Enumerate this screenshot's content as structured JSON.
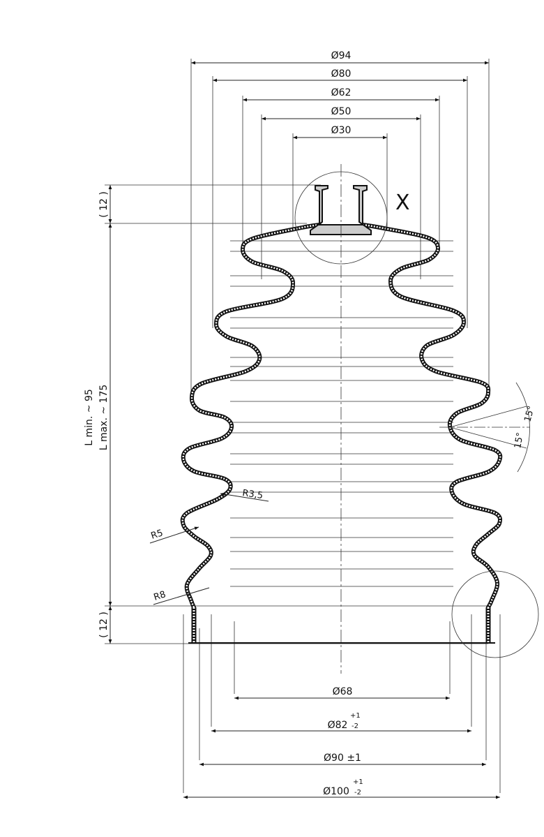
{
  "drawing": {
    "detail_label": "X",
    "top_diameters": [
      {
        "label": "Ø94",
        "value": 94
      },
      {
        "label": "Ø80",
        "value": 80
      },
      {
        "label": "Ø62",
        "value": 62
      },
      {
        "label": "Ø50",
        "value": 50
      },
      {
        "label": "Ø30",
        "value": 30
      }
    ],
    "bottom_diameters": [
      {
        "label": "Ø68",
        "value": 68,
        "tol_upper": "",
        "tol_lower": ""
      },
      {
        "label": "Ø82",
        "value": 82,
        "tol_upper": "+1",
        "tol_lower": "-2"
      },
      {
        "label": "Ø90 ±1",
        "value": 90,
        "tol_upper": "",
        "tol_lower": ""
      },
      {
        "label": "Ø100",
        "value": 100,
        "tol_upper": "+1",
        "tol_lower": "-2"
      }
    ],
    "vertical_dims": {
      "top_collar": "( 12 )",
      "l_min": "L min. ~ 95",
      "l_max": "L max. ~ 175",
      "bottom_collar": "( 12 )"
    },
    "radii": [
      "R3,5",
      "R5",
      "R8"
    ],
    "angles": [
      "15°",
      "15°"
    ],
    "line_color": "#111111"
  }
}
